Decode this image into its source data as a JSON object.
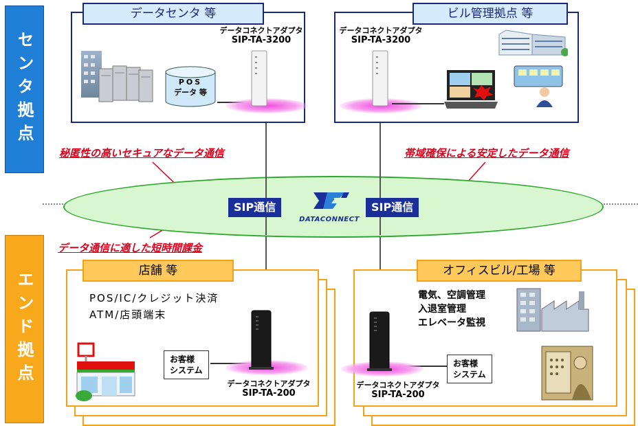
{
  "sides": {
    "center": "センタ拠点",
    "end": "エンド拠点"
  },
  "top_left": {
    "tab": "データセンタ 等",
    "adapter_name": "データコネクトアダプタ",
    "adapter_model": "SIP-TA-3200",
    "pos_line1": "POS",
    "pos_line2": "データ 等"
  },
  "top_right": {
    "tab": "ビル管理拠点 等",
    "adapter_name": "データコネクトアダプタ",
    "adapter_model": "SIP-TA-3200"
  },
  "notes": {
    "secure": "秘匿性の高いセキュアなデータ通信",
    "bandwidth": "帯域確保による安定したデータ通信",
    "billing": "データ通信に適した短時間課金"
  },
  "network": {
    "sip_left": "SIP通信",
    "sip_right": "SIP通信",
    "logo_text": "DATACONNECT"
  },
  "bottom_left": {
    "tab": "店舗 等",
    "line1": "POS/IC/クレジット決済",
    "line2": "ATM/店頭端末",
    "customer_line1": "お客様",
    "customer_line2": "システム",
    "adapter_name": "データコネクトアダプタ",
    "adapter_model": "SIP-TA-200"
  },
  "bottom_right": {
    "tab": "オフィスビル/工場 等",
    "line1": "電気、空調管理",
    "line2": "入退室管理",
    "line3": "エレベータ監視",
    "customer_line1": "お客様",
    "customer_line2": "システム",
    "adapter_name": "データコネクトアダプタ",
    "adapter_model": "SIP-TA-200"
  },
  "colors": {
    "blue": "#1f7fd6",
    "navy": "#18287a",
    "orange": "#f5a015",
    "red": "#e0001b",
    "ellipse": "#d8f7d0",
    "ellipse_border": "#2fa82f"
  }
}
